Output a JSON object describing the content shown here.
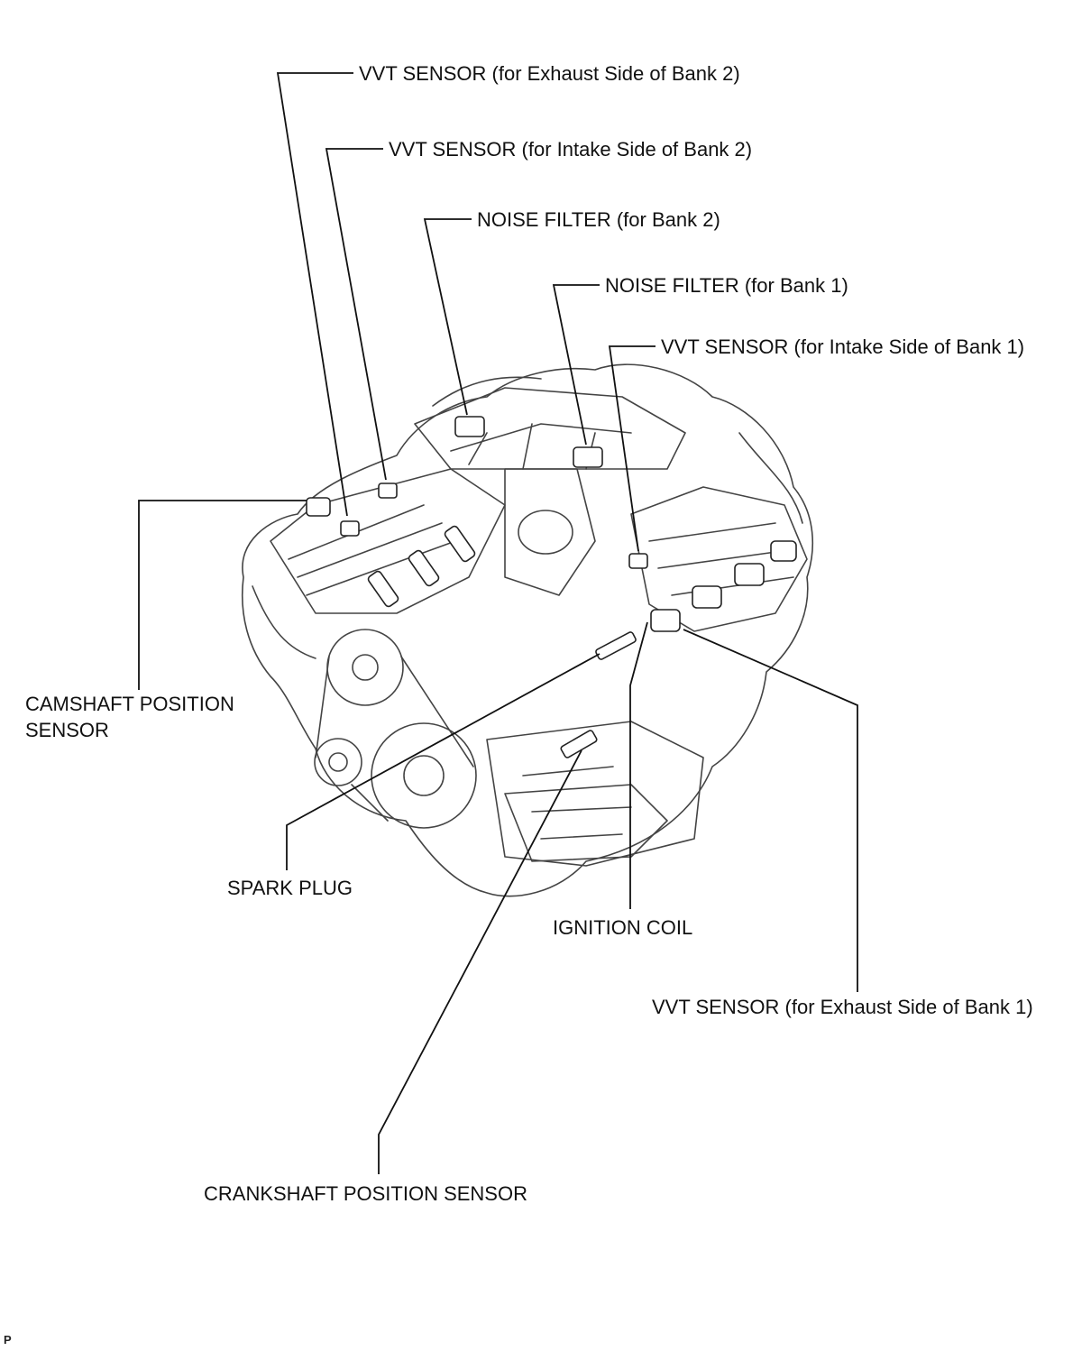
{
  "callouts": {
    "vvt_exhaust_bank2": "VVT SENSOR (for Exhaust Side of Bank 2)",
    "vvt_intake_bank2": "VVT SENSOR (for Intake Side of Bank 2)",
    "noise_filter_bank2": "NOISE FILTER (for Bank 2)",
    "noise_filter_bank1": "NOISE FILTER (for Bank 1)",
    "vvt_intake_bank1": "VVT SENSOR (for Intake Side of Bank 1)",
    "camshaft_position_sensor": "CAMSHAFT POSITION\nSENSOR",
    "spark_plug": "SPARK PLUG",
    "ignition_coil": "IGNITION COIL",
    "vvt_exhaust_bank1": "VVT SENSOR (for Exhaust Side of Bank 1)",
    "crankshaft_position_sensor": "CRANKSHAFT POSITION SENSOR"
  },
  "footer_mark": "P",
  "colors": {
    "line": "#111111",
    "engine_stroke": "#444444",
    "background": "#ffffff"
  }
}
